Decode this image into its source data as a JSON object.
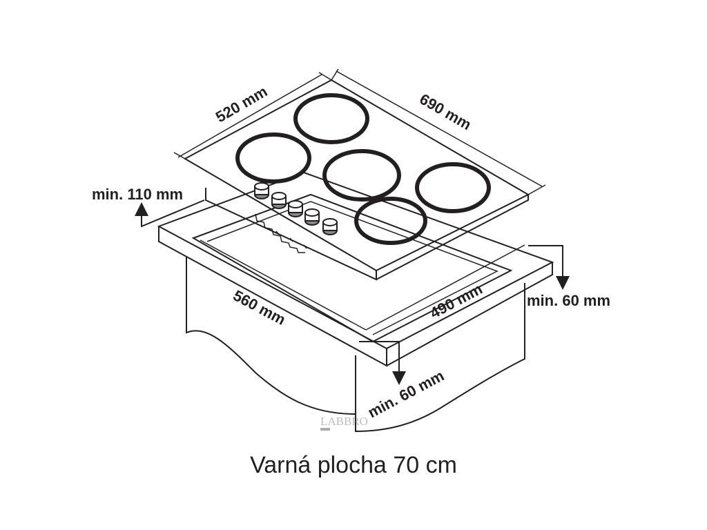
{
  "diagram": {
    "dimensions": {
      "hob_depth": "520 mm",
      "hob_width": "690 mm",
      "cutout_width": "560 mm",
      "cutout_depth": "490 mm",
      "clearance_below": "min. 110 mm",
      "clearance_back": "min. 60 mm",
      "clearance_front": "min. 60 mm"
    },
    "watermark": "LABBRO",
    "caption": "Varná plocha 70 cm",
    "colors": {
      "ink": "#231f20",
      "background": "#ffffff"
    }
  }
}
